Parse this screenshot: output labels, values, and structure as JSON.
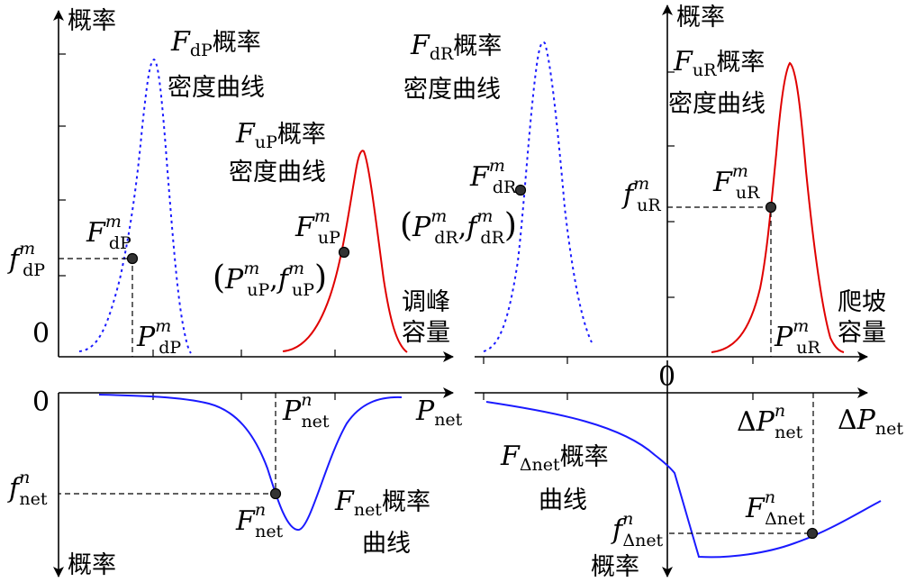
{
  "labels": {
    "prob_tl": "概率",
    "prob_tr": "概率",
    "prob_bl": "概率",
    "prob_br": "概率",
    "zero_tl": "0",
    "zero_bl": "0",
    "zero_c": "0",
    "peak_cap_1": "调峰",
    "peak_cap_2": "容量",
    "ramp_cap_1": "爬坡",
    "ramp_cap_2": "容量",
    "density_curve": "概率",
    "density_curve_2": "密度曲线",
    "curve_word": "概率",
    "curve_word_2": "曲线",
    "comma": ","
  },
  "symbols": {
    "F": "F",
    "f": "f",
    "P": "P",
    "dP": "dP",
    "uP": "uP",
    "dR": "dR",
    "uR": "uR",
    "net": "net",
    "dnet": "Δnet",
    "Delta": "Δ",
    "m": "m",
    "n": "n"
  }
}
